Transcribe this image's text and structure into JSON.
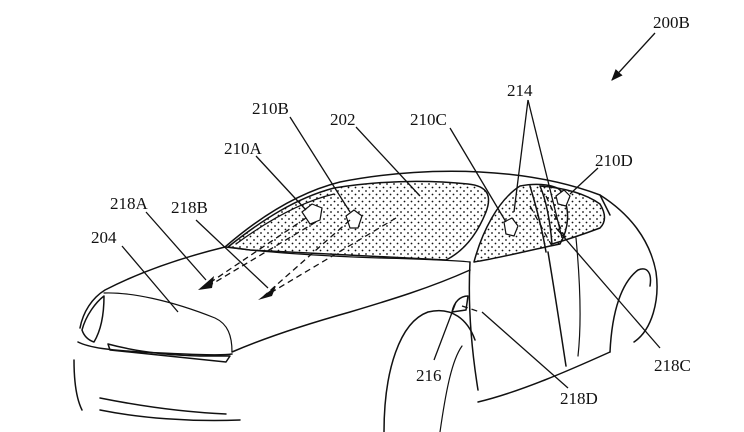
{
  "figure": {
    "labels": {
      "fig": "200B",
      "windshield": "202",
      "vehicle": "204",
      "sensor_a": "210A",
      "sensor_b": "210B",
      "sensor_c": "210C",
      "sensor_d": "210D",
      "window": "214",
      "port": "216",
      "beam_a": "218A",
      "beam_b": "218B",
      "beam_c": "218C",
      "beam_d": "218D"
    }
  }
}
